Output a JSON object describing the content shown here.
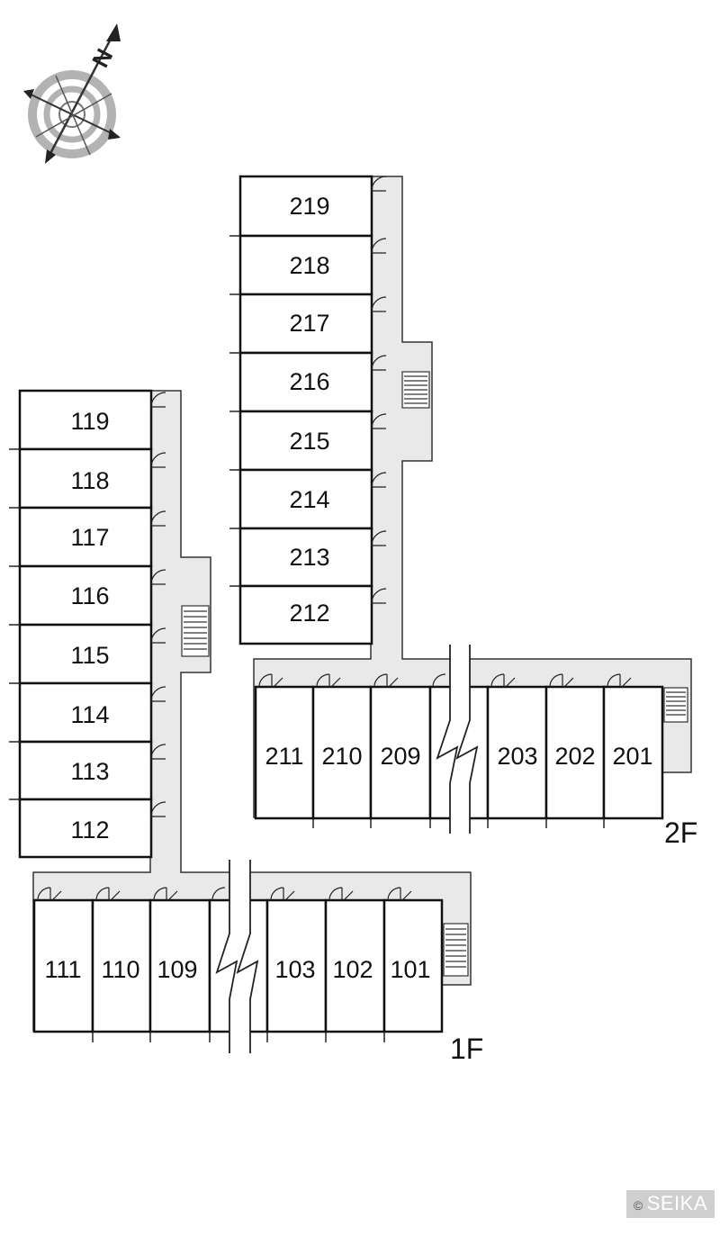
{
  "compass": {
    "north_label": "N",
    "icon": "compass-rose-icon"
  },
  "floors": [
    {
      "label": "2F",
      "wing_rooms": [
        "219",
        "218",
        "217",
        "216",
        "215",
        "214",
        "213",
        "212"
      ],
      "row_rooms": [
        "211",
        "210",
        "209",
        "203",
        "202",
        "201"
      ]
    },
    {
      "label": "1F",
      "wing_rooms": [
        "119",
        "118",
        "117",
        "116",
        "115",
        "114",
        "113",
        "112"
      ],
      "row_rooms": [
        "111",
        "110",
        "109",
        "103",
        "102",
        "101"
      ]
    }
  ],
  "copyright": {
    "symbol": "©",
    "text": "SEIKA"
  },
  "colors": {
    "corridor": "#e9e9e9",
    "wall": "#111111",
    "background": "#ffffff"
  }
}
